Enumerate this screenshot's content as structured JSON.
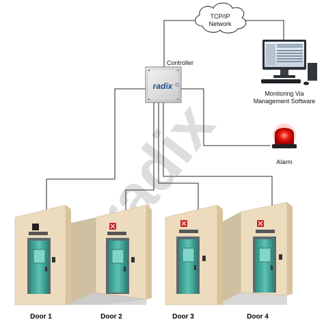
{
  "network": {
    "line1": "TCP/IP",
    "line2": "Network"
  },
  "controller": {
    "label": "Controller",
    "brand": "radix"
  },
  "monitoring": {
    "line1": "Monitoring Via",
    "line2": "Management Software"
  },
  "alarm": {
    "label": "Alarm"
  },
  "watermark": "radix",
  "doors": [
    {
      "label": "Door 1"
    },
    {
      "label": "Door 2"
    },
    {
      "label": "Door 3"
    },
    {
      "label": "Door 4"
    }
  ],
  "colors": {
    "wall": "#ead9b9",
    "wall_dark": "#d2bb92",
    "floor": "#d9d9d9",
    "door": "#3fa89a",
    "door_frame": "#5b6a70",
    "brand": "#1d4f8c",
    "alarm_red": "#e01010"
  }
}
